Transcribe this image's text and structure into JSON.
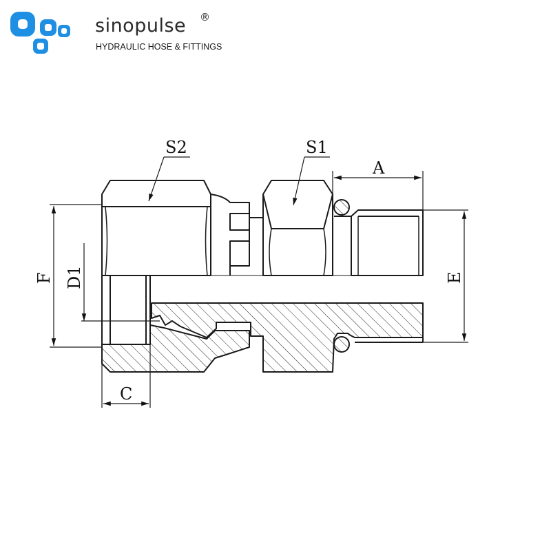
{
  "brand": {
    "name": "sinopulse",
    "registered_mark": "®",
    "tagline": "HYDRAULIC HOSE & FITTINGS",
    "logo_color": "#1f8fe3"
  },
  "diagram": {
    "labels": {
      "s2": "S2",
      "s1": "S1",
      "a": "A",
      "f": "F",
      "d1": "D1",
      "e": "E",
      "c": "C"
    }
  }
}
